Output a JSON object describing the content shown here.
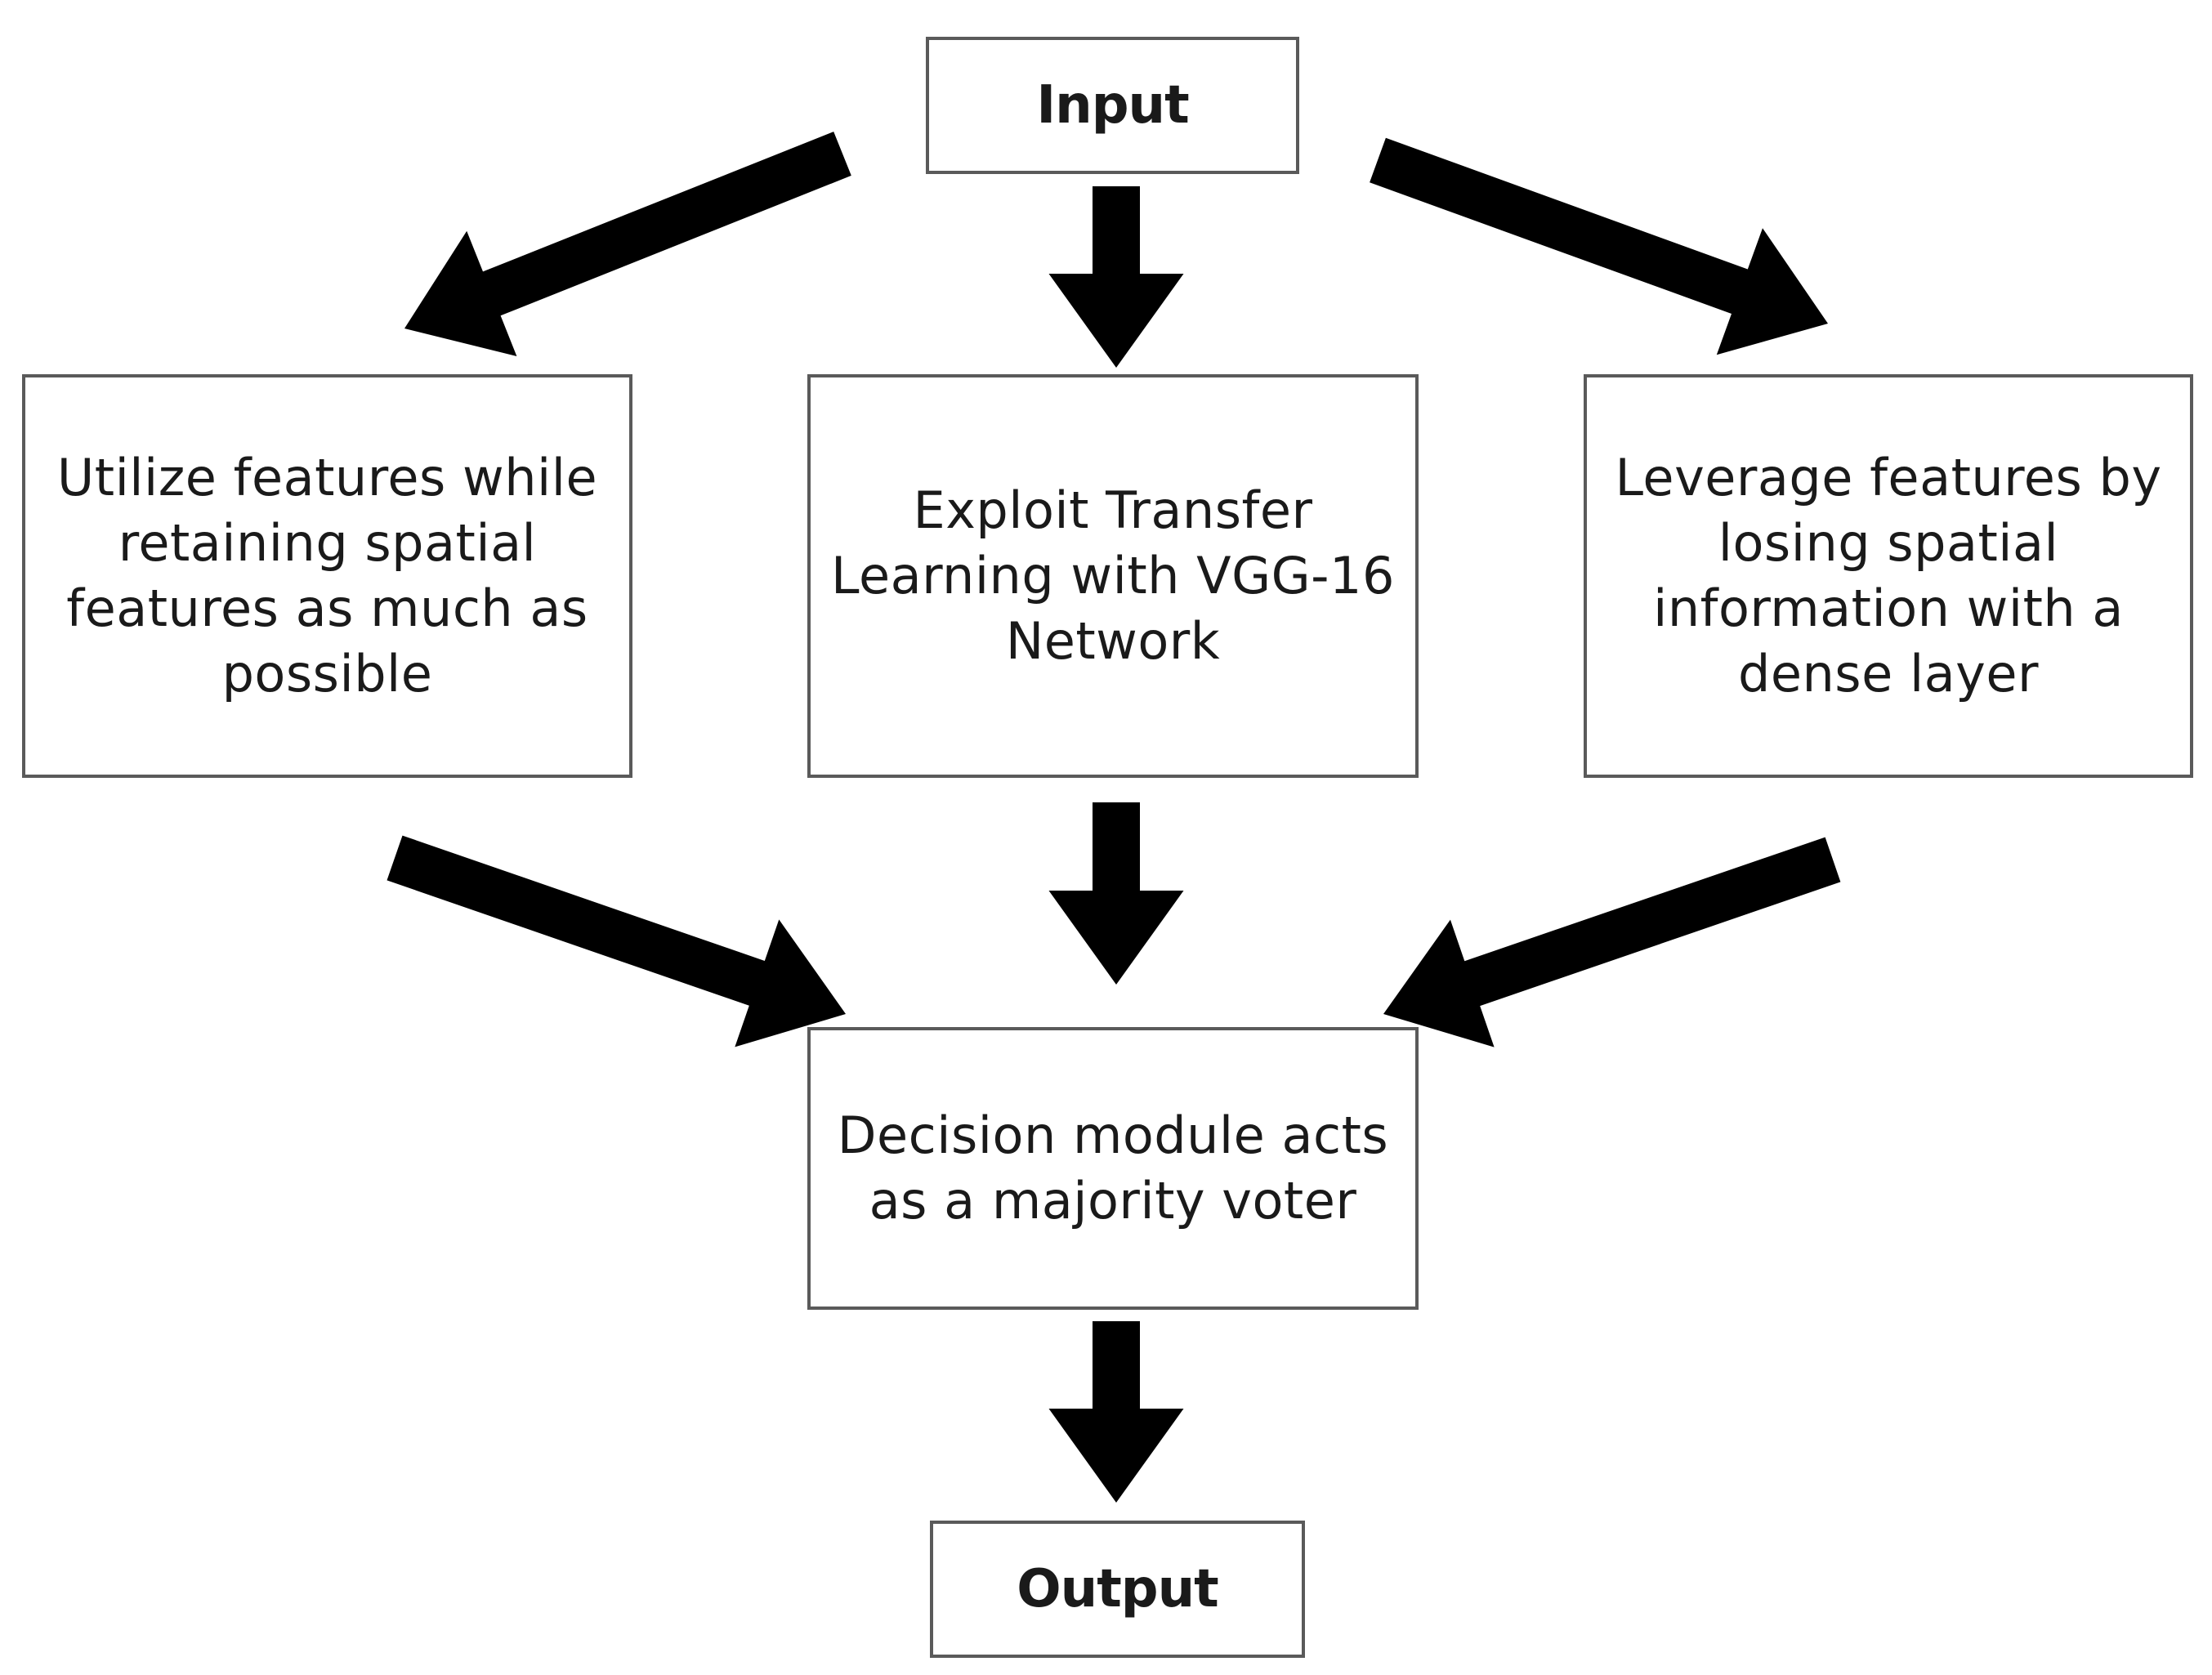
{
  "diagram": {
    "nodes": {
      "input": "Input",
      "left": "Utilize features while retaining spatial features as much as possible",
      "middle": "Exploit Transfer Learning with VGG-16 Network",
      "right": "Leverage features by losing spatial information with a dense layer",
      "decision": "Decision module acts as a majority voter",
      "output": "Output"
    },
    "edges": [
      {
        "from": "input",
        "to": "left"
      },
      {
        "from": "input",
        "to": "middle"
      },
      {
        "from": "input",
        "to": "right"
      },
      {
        "from": "left",
        "to": "decision"
      },
      {
        "from": "middle",
        "to": "decision"
      },
      {
        "from": "right",
        "to": "decision"
      },
      {
        "from": "decision",
        "to": "output"
      }
    ],
    "colors": {
      "arrow": "#000000",
      "box_border": "#5a5a5a",
      "text": "#1a1a1a",
      "background": "#ffffff"
    }
  }
}
